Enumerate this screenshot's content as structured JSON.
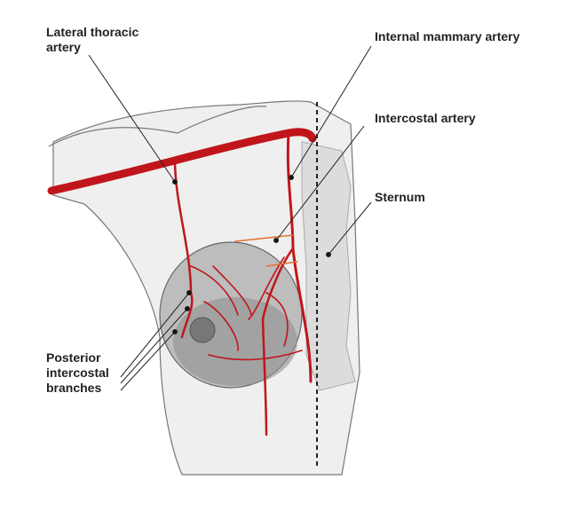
{
  "labels": {
    "lateral_thoracic_1": "Lateral thoracic",
    "lateral_thoracic_2": "artery",
    "internal_mammary": "Internal mammary artery",
    "intercostal": "Intercostal artery",
    "sternum": "Sternum",
    "posterior_1": "Posterior",
    "posterior_2": "intercostal",
    "posterior_3": "branches"
  },
  "colors": {
    "artery": "#c0161b",
    "leader": "#222222",
    "skin": "#e9e9e9",
    "breast": "#9a9a9a"
  }
}
